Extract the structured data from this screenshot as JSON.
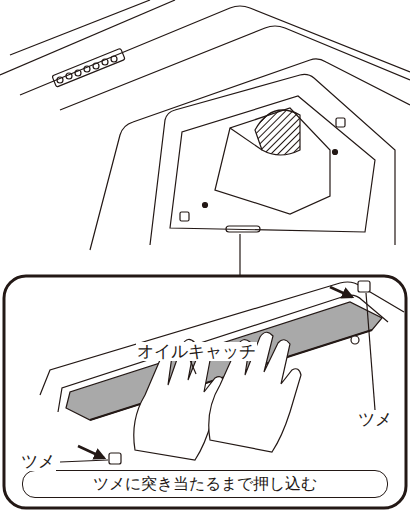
{
  "diagram": {
    "nodes": [
      {
        "text": [
          "ツメに突き当たるまで押し込む"
        ]
      }
    ],
    "labels": [
      "オイルキャッチ",
      "ツメ",
      "ツメ"
    ]
  }
}
